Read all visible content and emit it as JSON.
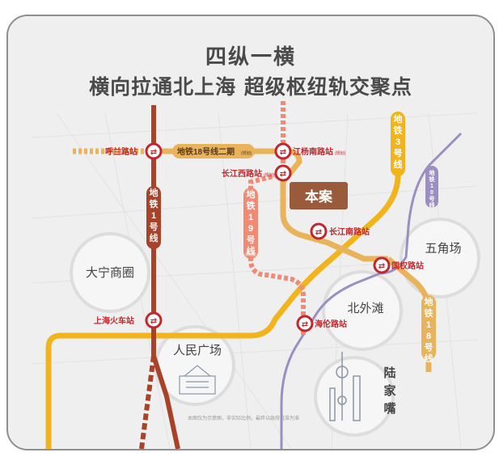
{
  "header": {
    "title": "四纵一横",
    "subtitle": "横向拉通北上海  超级枢纽轨交聚点"
  },
  "lines": {
    "line1": "地铁1号线",
    "line18_phase2": "地铁18号线二期",
    "line18_phase2_tag": "(规划)",
    "line3": "地铁3号线",
    "line19": "地铁19号线",
    "line19_tag": "(规划)",
    "line10": "地铁10号线",
    "line18": "地铁18号线"
  },
  "stations": {
    "hulan": "呼兰路站",
    "jiangyang_south": "江杨南路站",
    "jiangyang_south_tag": "(规划)",
    "changjiang_west": "长江西路站",
    "changjiang_west_tag": "(规划)",
    "changjiang_south": "长江南路站",
    "guoquan": "国权路站",
    "shanghai_rail": "上海火车站",
    "hailun": "海伦路站"
  },
  "project": "本案",
  "areas": {
    "daning": "大宁商圈",
    "wujiaochang": "五角场",
    "renmin": "人民广场",
    "beiwaitan": "北外滩",
    "lujiazui": "陆家嘴"
  },
  "disclaimer": "本图仅为示意图，非实际比例，最终以政府批准为准",
  "colors": {
    "line1": "#a8432a",
    "line18": "#e8b35a",
    "line3": "#f2b41c",
    "line19": "#f08a73",
    "line10": "#9b8fc2",
    "station_red": "#c0282d",
    "project_box": "#9a5a3c",
    "title": "#4a4a4a"
  }
}
